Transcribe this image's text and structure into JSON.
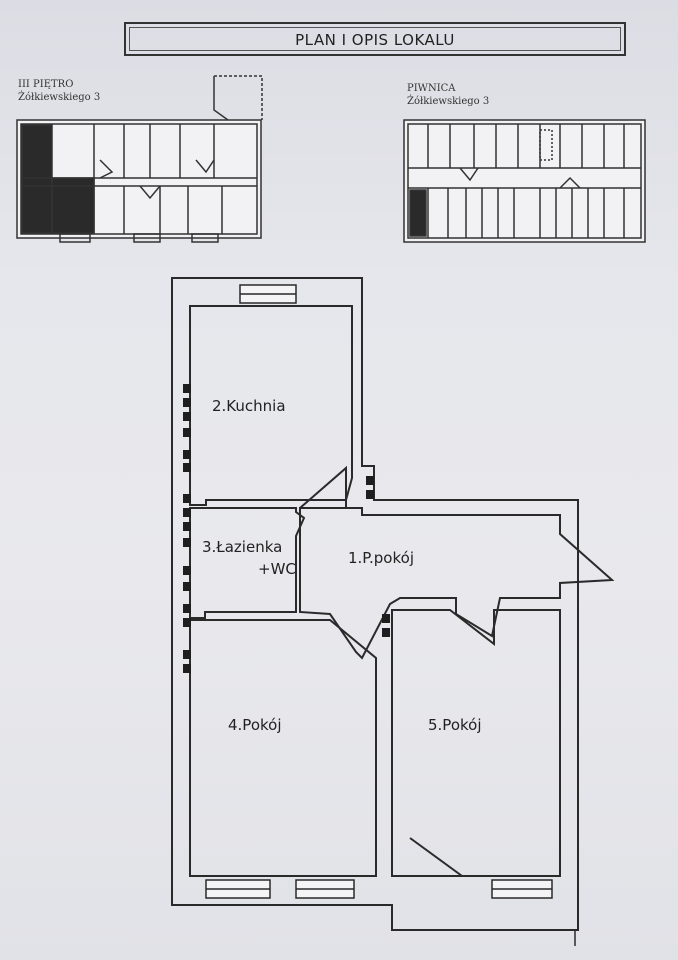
{
  "title": "PLAN I OPIS LOKALU",
  "floor_plan_left": {
    "floor": "III PIĘTRO",
    "address": "Żółkiewskiego 3"
  },
  "floor_plan_right": {
    "floor": "PIWNICA",
    "address": "Żółkiewskiego 3"
  },
  "rooms": {
    "hall": "1.P.pokój",
    "kitchen": "2.Kuchnia",
    "bathroom_line1": "3.Łazienka",
    "bathroom_line2": "+WC",
    "room4": "4.Pokój",
    "room5": "5.Pokój"
  }
}
